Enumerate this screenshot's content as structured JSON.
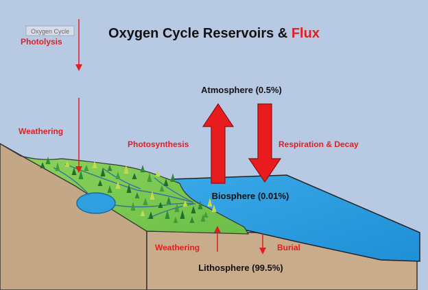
{
  "title": {
    "main": "Oxygen Cycle Reservoirs & ",
    "flux": "Flux"
  },
  "corner_label": "Oxygen Cycle",
  "reservoirs": {
    "atmosphere": "Atmosphere (0.5%)",
    "biosphere": "Biosphere (0.01%)",
    "lithosphere": "Lithosphere (99.5%)"
  },
  "fluxes": {
    "photolysis": "Photolysis",
    "weathering_upper": "Weathering",
    "photosynthesis": "Photosynthesis",
    "respiration_decay": "Respiration & Decay",
    "weathering_lower": "Weathering",
    "burial": "Burial"
  },
  "colors": {
    "sky": "#b8c9e3",
    "flux_red": "#e02020",
    "ocean": "#2f9fe0",
    "ocean_deep": "#1e86cc",
    "land_green": "#7ec850",
    "earth": "#c4a787",
    "earth_dark": "#a98c6e"
  }
}
